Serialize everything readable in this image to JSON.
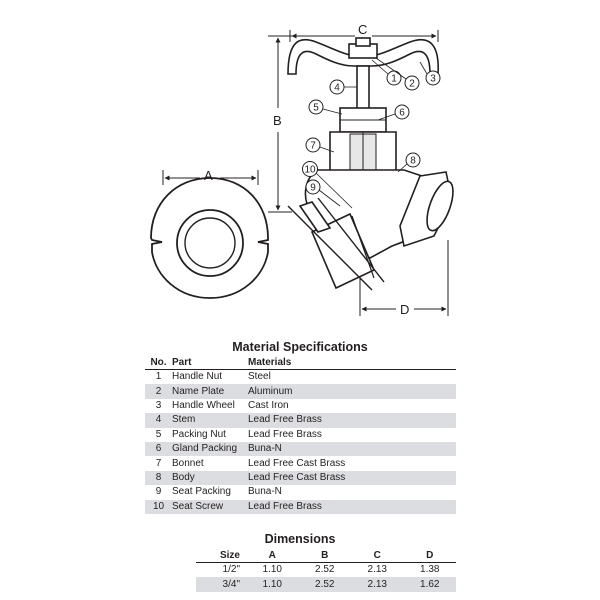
{
  "drawing": {
    "dimension_labels": {
      "a": "A",
      "b": "B",
      "c": "C",
      "d": "D"
    },
    "callouts": [
      "1",
      "2",
      "3",
      "4",
      "5",
      "6",
      "7",
      "8",
      "9",
      "10"
    ]
  },
  "material_specifications": {
    "title": "Material Specifications",
    "headers": {
      "no": "No.",
      "part": "Part",
      "materials": "Materials"
    },
    "rows": [
      {
        "no": "1",
        "part": "Handle Nut",
        "material": "Steel"
      },
      {
        "no": "2",
        "part": "Name Plate",
        "material": "Aluminum"
      },
      {
        "no": "3",
        "part": "Handle Wheel",
        "material": "Cast Iron"
      },
      {
        "no": "4",
        "part": "Stem",
        "material": "Lead Free Brass"
      },
      {
        "no": "5",
        "part": "Packing Nut",
        "material": "Lead Free Brass"
      },
      {
        "no": "6",
        "part": "Gland Packing",
        "material": "Buna-N"
      },
      {
        "no": "7",
        "part": "Bonnet",
        "material": "Lead Free Cast Brass"
      },
      {
        "no": "8",
        "part": "Body",
        "material": "Lead Free Cast Brass"
      },
      {
        "no": "9",
        "part": "Seat Packing",
        "material": "Buna-N"
      },
      {
        "no": "10",
        "part": "Seat Screw",
        "material": "Lead Free Brass"
      }
    ]
  },
  "dimensions": {
    "title": "Dimensions",
    "headers": {
      "size": "Size",
      "a": "A",
      "b": "B",
      "c": "C",
      "d": "D"
    },
    "rows": [
      {
        "size": "1/2\"",
        "a": "1.10",
        "b": "2.52",
        "c": "2.13",
        "d": "1.38"
      },
      {
        "size": "3/4\"",
        "a": "1.10",
        "b": "2.52",
        "c": "2.13",
        "d": "1.62"
      }
    ]
  }
}
